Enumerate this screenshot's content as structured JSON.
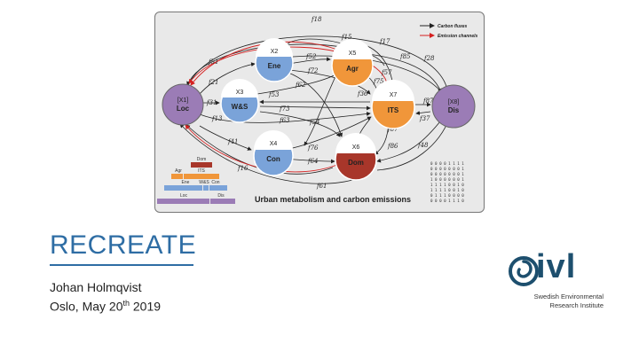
{
  "diagram": {
    "legend": {
      "carbon": "Carbon fluxes",
      "emission": "Emission channels"
    },
    "caption": "Urban metabolism and carbon emissions",
    "nodes": {
      "loc": {
        "code": "[X1]",
        "label": "Loc",
        "color": "#9b7cb6"
      },
      "ene": {
        "code": "X2",
        "label": "Ene",
        "color": "#7aa3d9"
      },
      "ws": {
        "code": "X3",
        "label": "W&S",
        "color": "#7aa3d9"
      },
      "con": {
        "code": "X4",
        "label": "Con",
        "color": "#7aa3d9"
      },
      "agr": {
        "code": "X5",
        "label": "Agr",
        "color": "#f0963a"
      },
      "dom": {
        "code": "X6",
        "label": "Dom",
        "color": "#a8362a"
      },
      "its": {
        "code": "X7",
        "label": "ITS",
        "color": "#f0963a"
      },
      "dis": {
        "code": "[X8]",
        "label": "Dis",
        "color": "#9b7cb6"
      }
    },
    "fluxes": {
      "f18": "f18",
      "f15": "f15",
      "f17": "f17",
      "f51": "f51",
      "f52": "f52",
      "f85": "f85",
      "f28": "f28",
      "f21": "f21",
      "f72": "f72",
      "f57": "f57",
      "f75": "f75",
      "f62": "f62",
      "f31": "f31",
      "f53": "f53",
      "f36": "f36",
      "f87": "f87",
      "f73": "f73",
      "f37": "f37",
      "f63": "f63",
      "f13": "f13",
      "f54": "f54",
      "f67": "f67",
      "f41": "f41",
      "f76": "f76",
      "f86": "f86",
      "f48": "f48",
      "f64": "f64",
      "f16": "f16",
      "f61": "f61"
    },
    "hierarchy": {
      "dom": "Dom",
      "agr": "Agr",
      "its": "ITS",
      "ene": "Ene",
      "ws": "W&S",
      "con": "Con",
      "loc": "Loc",
      "dis": "Dis"
    },
    "matrix": [
      "0 0 0 0 1 1 1 1",
      "0 0 0 0 0 0 0 1",
      "0 0 0 0 0 0 0 1",
      "1 0 0 0 0 0 0 1",
      "1 1 1 1 0 0 1 0",
      "1 1 1 1 0 0 1 0",
      "0 1 1 1 0 0 0 0",
      "0 0 0 0 1 1 1 0"
    ]
  },
  "title": "RECREATE",
  "author": "Johan Holmqvist",
  "place": {
    "text": "Oslo, May 20",
    "suffix": "th",
    "year": " 2019"
  },
  "logo": {
    "word": "ivl",
    "line1": "Swedish Environmental",
    "line2": "Research Institute",
    "color": "#1d4f6e"
  }
}
